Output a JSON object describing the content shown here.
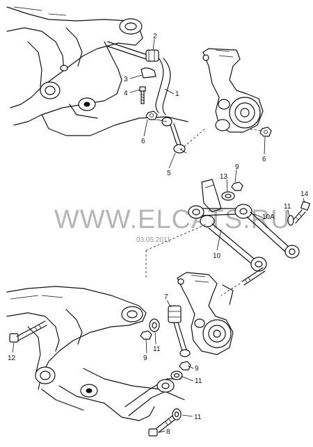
{
  "watermark": {
    "text": "WWW.ELCATS.RU",
    "date": "03.05.2011"
  },
  "callouts": {
    "c1": "1",
    "c2": "2",
    "c3": "3",
    "c4": "4",
    "c5": "5",
    "c6a": "6",
    "c6b": "6",
    "c7": "7",
    "c8": "8",
    "c9a": "9",
    "c9b": "9",
    "c9c": "9",
    "c10": "10",
    "c10a": "10A",
    "c11a": "11",
    "c11b": "11",
    "c11c": "11",
    "c11d": "11",
    "c12": "12",
    "c13": "13",
    "c14": "14"
  }
}
